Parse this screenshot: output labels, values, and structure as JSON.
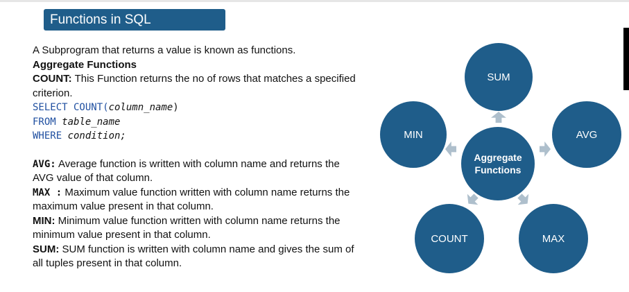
{
  "title": "Functions in SQL",
  "intro": "A Subprogram that returns a value is known as functions.",
  "heading": "Aggregate Functions",
  "count": {
    "label": "COUNT:",
    "text_1": " This Function returns the no of rows that matches a specified",
    "text_2": "criterion."
  },
  "code": {
    "select_kw": "SELECT COUNT(",
    "select_arg": "column_name",
    "select_end": ")",
    "from_kw": "FROM ",
    "from_arg": "table_name",
    "where_kw": "WHERE ",
    "where_arg": "condition;"
  },
  "avg": {
    "label": "AVG:",
    "text_1": "  Average function is written with column name and returns the",
    "text_2": "AVG value of that column."
  },
  "max": {
    "label": "MAX  :",
    "text_1": "  Maximum value function written with column name returns the",
    "text_2": "maximum value present in that column."
  },
  "min": {
    "label": "MIN:",
    "text_1": " Minimum value function written with column name returns the",
    "text_2": "minimum value present in that column."
  },
  "sum": {
    "label": "SUM:",
    "text_1": " SUM function is written with column name and gives the sum of",
    "text_2": "all tuples present in that column."
  },
  "diagram": {
    "center_line1": "Aggregate",
    "center_line2": "Functions",
    "nodes": {
      "sum": "SUM",
      "avg": "AVG",
      "max": "MAX",
      "count": "COUNT",
      "min": "MIN"
    },
    "circle_color": "#1f5d8a",
    "arrow_color": "#aebfcc"
  }
}
